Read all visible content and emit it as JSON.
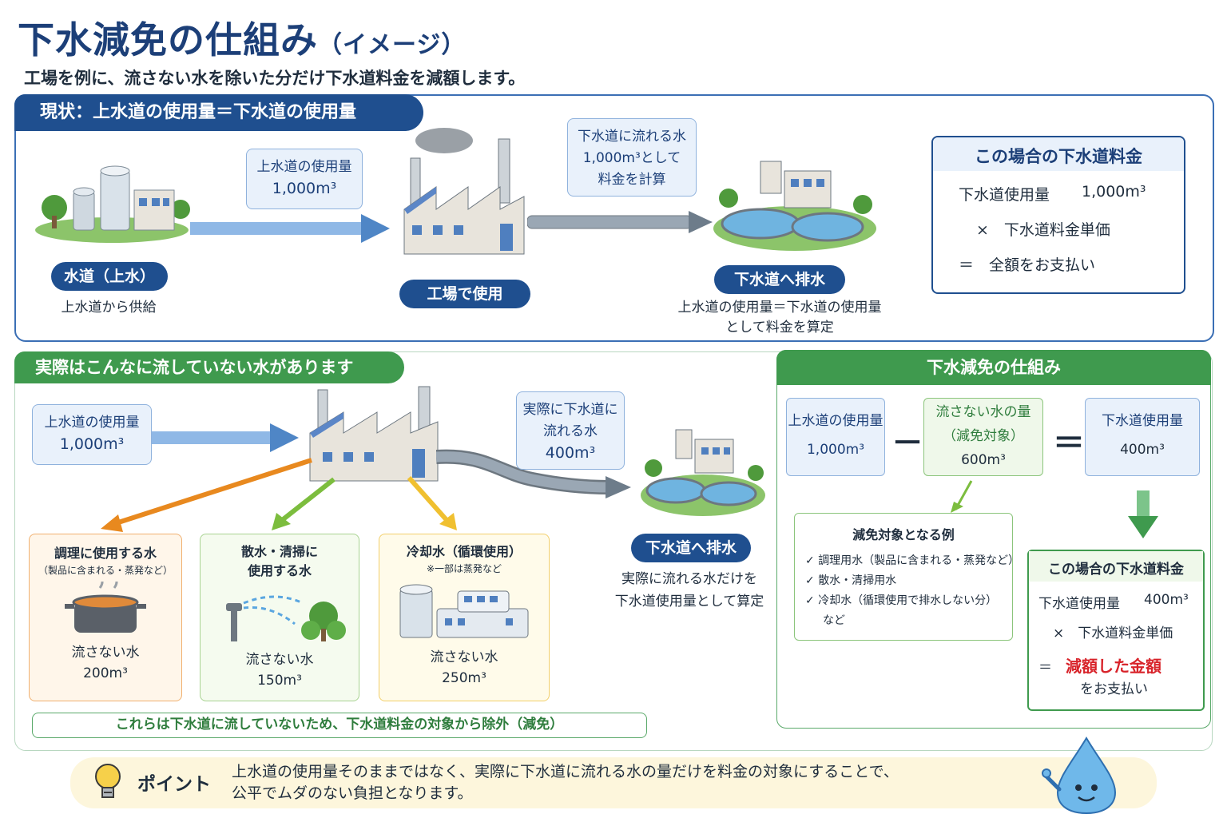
{
  "header": {
    "title": "下水減免の仕組み",
    "title_suffix": "（イメージ）",
    "subtitle": "工場を例に、流さない水を除いた分だけ下水道料金を減額します。"
  },
  "current": {
    "header": "現状：上水道の使用量＝下水道の使用量",
    "source_label": "水道（上水）",
    "source_caption": "上水道から供給",
    "usage_bubble_line1": "上水道の使用量",
    "usage_bubble_line2": "1,000m³",
    "factory_label": "工場で使用",
    "sewer_bubble_line1": "下水道に流れる水",
    "sewer_bubble_line2": "1,000m³として",
    "sewer_bubble_line3": "料金を計算",
    "drain_label": "下水道へ排水",
    "drain_caption_line1": "上水道の使用量＝下水道の使用量",
    "drain_caption_line2": "として料金を算定",
    "fee_box": {
      "title": "この場合の下水道料金",
      "line1_label": "下水道使用量",
      "line1_value": "1,000m³",
      "line2": "×　下水道料金単価",
      "line3": "＝　全額をお支払い"
    }
  },
  "actual": {
    "header": "実際はこんなに流していない水があります",
    "usage_bubble_line1": "上水道の使用量",
    "usage_bubble_line2": "1,000m³",
    "sewer_bubble_line1": "実際に下水道に",
    "sewer_bubble_line2": "流れる水",
    "sewer_bubble_line3": "400m³",
    "drain_label": "下水道へ排水",
    "drain_caption_line1": "実際に流れる水だけを",
    "drain_caption_line2": "下水道使用量として算定",
    "cards": [
      {
        "head1": "調理に使用する水",
        "head2": "（製品に含まれる・蒸発など）",
        "label": "流さない水",
        "value": "200m³"
      },
      {
        "head1": "散水・清掃に",
        "head2": "使用する水",
        "label": "流さない水",
        "value": "150m³"
      },
      {
        "head1": "冷却水（循環使用）",
        "head2": "※一部は蒸発など",
        "label": "流さない水",
        "value": "250m³"
      }
    ],
    "exclusion_note": "これらは下水道に流していないため、下水道料金の対象から除外（減免）"
  },
  "mechanism": {
    "header": "下水減免の仕組み",
    "box1_line1": "上水道の使用量",
    "box1_line2": "1,000m³",
    "minus": "－",
    "box2_line1": "流さない水の量",
    "box2_line2": "（減免対象）",
    "box2_line3": "600m³",
    "equals": "＝",
    "box3_line1": "下水道使用量",
    "box3_line2": "400m³",
    "examples": {
      "title": "減免対象となる例",
      "items": [
        "調理用水（製品に含まれる・蒸発など）",
        "散水・清掃用水",
        "冷却水（循環使用で排水しない分）"
      ],
      "etc": "など"
    },
    "result": {
      "title": "この場合の下水道料金",
      "line1_label": "下水道使用量",
      "line1_value": "400m³",
      "line2": "×　下水道料金単価",
      "line3_prefix": "＝",
      "line3_highlight": "減額した金額",
      "line4": "をお支払い"
    }
  },
  "point": {
    "label": "ポイント",
    "line1": "上水道の使用量そのままではなく、実際に下水道に流れる水の量だけを料金の対象にすることで、",
    "line2": "公平でムダのない負担となります。"
  },
  "colors": {
    "navy": "#1f4f8f",
    "green": "#3f9a4e",
    "red": "#d8232a",
    "orange": "#e8891f",
    "lime": "#7cbd3e",
    "yellow": "#f0c030"
  }
}
